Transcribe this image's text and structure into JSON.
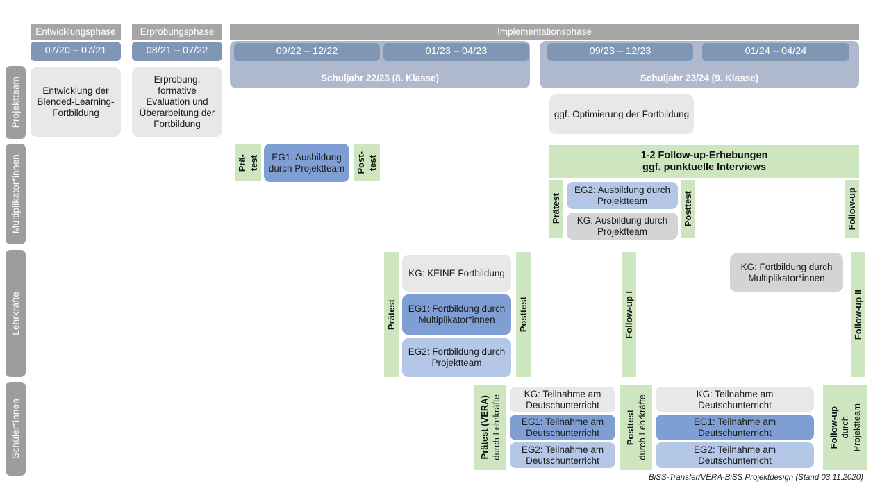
{
  "rows": [
    {
      "label": "Projektteam"
    },
    {
      "label": "Multiplikator*innen"
    },
    {
      "label": "Lehrkräfte"
    },
    {
      "label": "Schüler*innen"
    }
  ],
  "phases": [
    {
      "name": "Entwicklungsphase"
    },
    {
      "name": "Erprobungsphase"
    },
    {
      "name": "Implementationsphase"
    }
  ],
  "periods": [
    {
      "label": "07/20 – 07/21"
    },
    {
      "label": "08/21 – 07/22"
    },
    {
      "label": "09/22 – 12/22"
    },
    {
      "label": "01/23 – 04/23"
    },
    {
      "label": "09/23 – 12/23"
    },
    {
      "label": "01/24 – 04/24"
    }
  ],
  "school_years": [
    {
      "label": "Schuljahr 22/23 (8. Klasse)"
    },
    {
      "label": "Schuljahr 23/24 (9. Klasse)"
    }
  ],
  "projektteam": {
    "entwicklung": "Entwicklung der Blended-Learning-Fortbildung",
    "erprobung": "Erprobung, formative Evaluation und Überarbeitung der Fortbildung",
    "optimierung": "ggf. Optimierung der Fortbildung"
  },
  "multiplikatoren": {
    "praetest_l1": "Prä-",
    "praetest_l2": "test",
    "posttest_l1": "Post-",
    "posttest_l2": "test",
    "eg1": "EG1: Ausbildung durch Projektteam",
    "followup_banner_l1": "1-2 Follow-up-Erhebungen",
    "followup_banner_l2": "ggf. punktuelle Interviews",
    "praetest2": "Prätest",
    "posttest2": "Posttest",
    "eg2": "EG2: Ausbildung durch Projektteam",
    "kg": "KG: Ausbildung durch Projektteam",
    "followup": "Follow-up"
  },
  "lehrkraefte": {
    "praetest": "Prätest",
    "posttest": "Posttest",
    "kg_keine": "KG:  KEINE Fortbildung",
    "eg1": "EG1: Fortbildung durch Multiplikator*innen",
    "eg2": "EG2: Fortbildung durch Projektteam",
    "followup1": "Follow-up I",
    "followup2": "Follow-up II",
    "kg_fortbildung": "KG: Fortbildung durch Multiplikator*innen"
  },
  "schueler": {
    "praetest_main": "Prätest (VERA)",
    "praetest_sub": "durch Lehrkräfte",
    "posttest_main": "Posttest",
    "posttest_sub": "durch Lehrkräfte",
    "followup_main": "Follow-up",
    "followup_sub1": "durch",
    "followup_sub2": "Projektteam",
    "kg": "KG: Teilnahme am Deutschunterricht",
    "eg1": "EG1: Teilnahme am Deutschunterricht",
    "eg2": "EG2: Teilnahme am Deutschunterricht"
  },
  "footer": "BiSS-Transfer/VERA-BiSS Projektdesign (Stand 03.11.2020)",
  "colors": {
    "grey_label": "#9d9d9d",
    "grey_phase": "#a6a6a6",
    "blue_date": "#7f96b4",
    "blue_year": "#aeb9cd",
    "card_grey": "#e8e8e8",
    "card_grey_dark": "#d4d4d4",
    "blue_dark": "#7e9ed4",
    "blue_light": "#b4c7e7",
    "green": "#cde6c0"
  }
}
